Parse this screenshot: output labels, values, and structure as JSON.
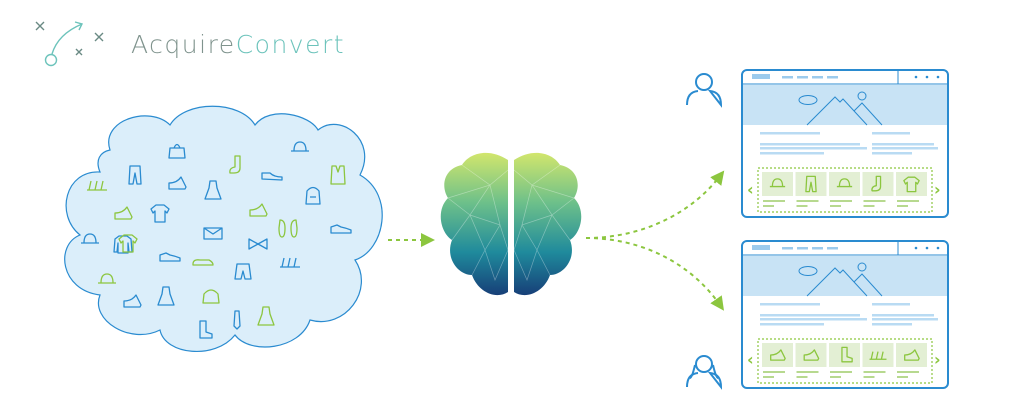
{
  "logo": {
    "part1": "Acquire",
    "part2": "Convert"
  },
  "colors": {
    "blue": "#2a8bd0",
    "light_blue": "#c8e3f5",
    "green": "#8cc63f",
    "logo_gray": "#7f938d",
    "logo_teal": "#6cc3bb"
  },
  "cloud_icons": [
    "sandal",
    "pants",
    "handbag",
    "sock",
    "shoe",
    "hat",
    "vest",
    "heel",
    "dress",
    "heel",
    "shirt",
    "backpack",
    "heel",
    "longsleeve",
    "clutch",
    "flipflops",
    "sneaker",
    "hat",
    "tshirt",
    "sneaker",
    "bowtie",
    "ballet-flat",
    "shorts",
    "sandal",
    "hat",
    "heel",
    "dress",
    "purse",
    "boot",
    "tie",
    "dress"
  ],
  "browsers": [
    {
      "user": "male-user",
      "products": [
        "hat",
        "pants",
        "hat",
        "sock",
        "tshirt"
      ],
      "prev": "‹",
      "next": "›"
    },
    {
      "user": "female-user",
      "products": [
        "heel",
        "heel",
        "boot",
        "sandal",
        "heel"
      ],
      "prev": "‹",
      "next": "›"
    }
  ]
}
